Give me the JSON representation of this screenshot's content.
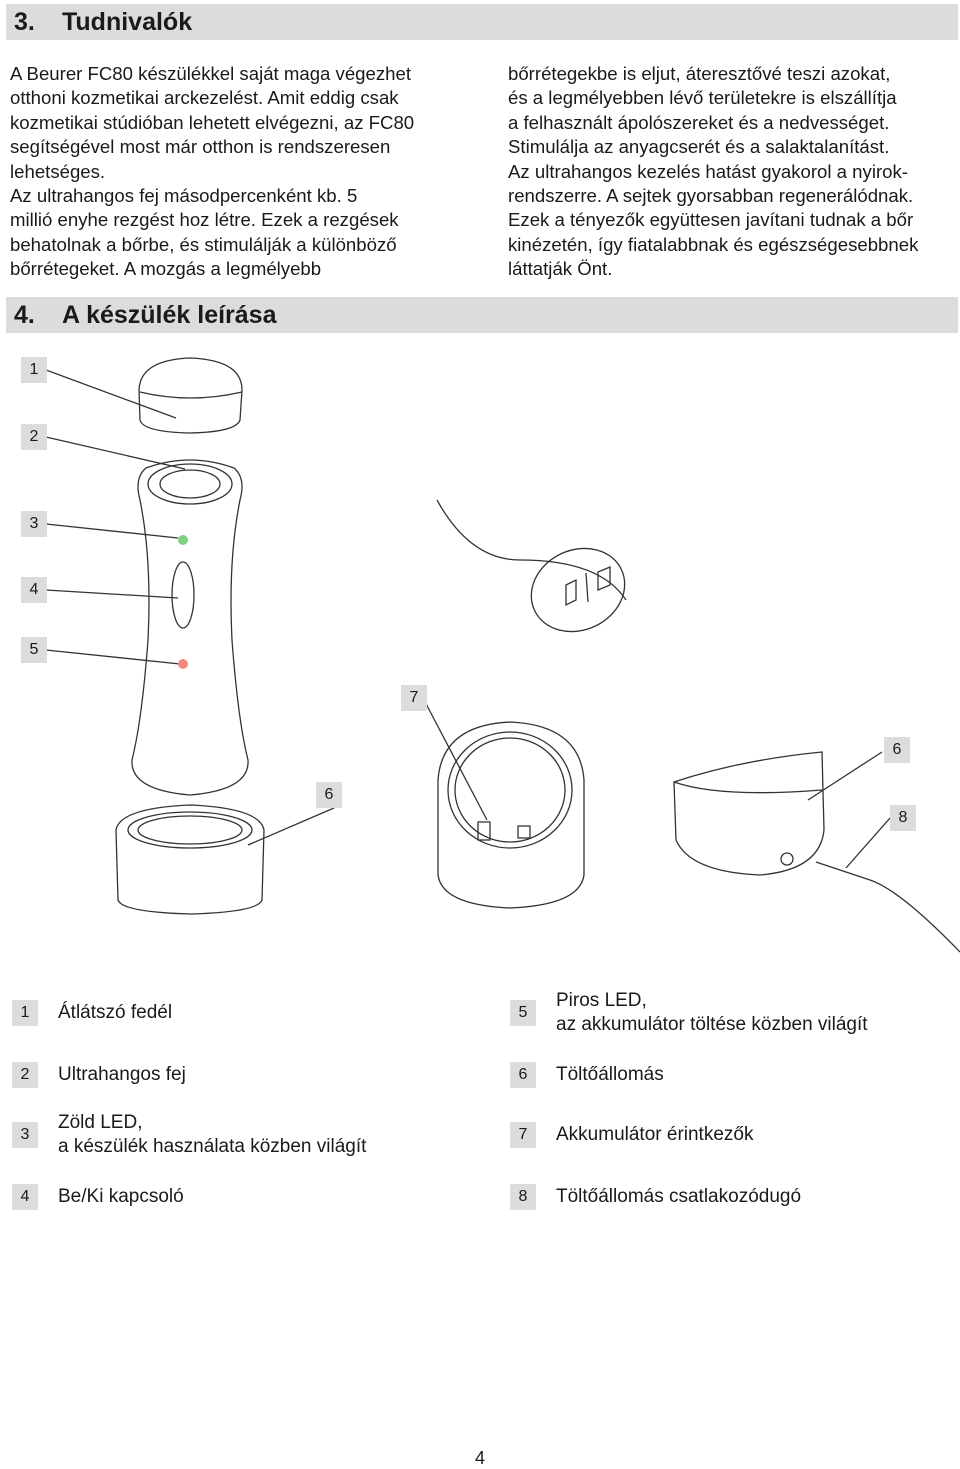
{
  "section3": {
    "number": "3.",
    "title": "Tudnivalók"
  },
  "intro": {
    "left_lines": [
      "A Beurer FC80 készülékkel saját maga végezhet",
      "otthoni kozmetikai arckezelést. Amit eddig csak",
      "kozmetikai stúdióban lehetett elvégezni, az FC80",
      "segítségével most már otthon is rendszeresen",
      "lehetséges.",
      "Az ultrahangos fej másodpercenként kb. 5",
      "millió enyhe rezgést hoz létre. Ezek a rezgések",
      "behatolnak a bőrbe, és stimulálják a különböző",
      "bőrrétegeket. A mozgás a legmélyebb"
    ],
    "right_lines": [
      "bőrrétegekbe is eljut, áteresztővé teszi azokat,",
      "és a legmélyebben lévő területekre is elszállítja",
      "a felhasznált ápolószereket és a nedvességet.",
      "Stimulálja az anyagcserét és a salaktalanítást.",
      "Az ultrahangos kezelés hatást gyakorol a nyirok-",
      "rendszerre. A sejtek gyorsabban regenerálódnak.",
      "Ezek a tényezők együttesen javítani tudnak a bőr",
      "kinézetén, így fiatalabbnak és egészségesebbnek",
      "láttatják Önt."
    ]
  },
  "section4": {
    "number": "4.",
    "title": "A készülék leírása"
  },
  "diagram_callouts": [
    "1",
    "2",
    "3",
    "4",
    "5",
    "7",
    "6",
    "6",
    "8"
  ],
  "legend": [
    {
      "num": "1",
      "lines": [
        "Átlátszó fedél"
      ]
    },
    {
      "num": "2",
      "lines": [
        "Ultrahangos fej"
      ]
    },
    {
      "num": "3",
      "lines": [
        "Zöld LED,",
        "a készülék használata közben világít"
      ]
    },
    {
      "num": "4",
      "lines": [
        "Be/Ki kapcsoló"
      ]
    },
    {
      "num": "5",
      "lines": [
        "Piros LED,",
        "az akkumulátor töltése közben világít"
      ]
    },
    {
      "num": "6",
      "lines": [
        "Töltőállomás"
      ]
    },
    {
      "num": "7",
      "lines": [
        "Akkumulátor érintkezők"
      ]
    },
    {
      "num": "8",
      "lines": [
        "Töltőállomás csatlakozódugó"
      ]
    }
  ],
  "page_number": "4",
  "colors": {
    "bar": "#dcdcdc",
    "green_led": "#7fd07f",
    "red_led": "#f08a80",
    "line": "#333333"
  }
}
